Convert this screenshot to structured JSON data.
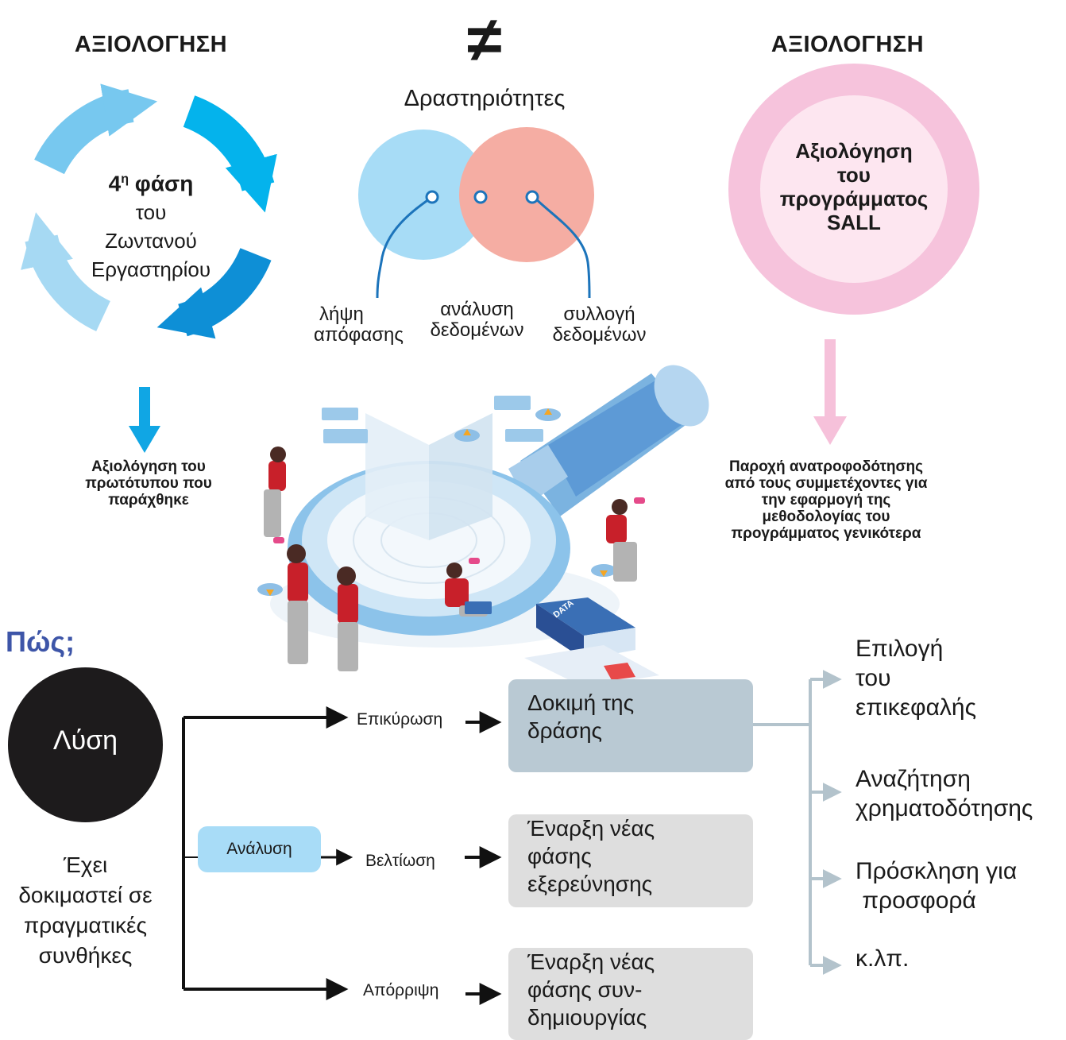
{
  "header": {
    "left_title": "ΑΞΙΟΛΟΓΗΣΗ",
    "right_title": "ΑΞΙΟΛΟΓΗΣΗ",
    "not_equal": "≠",
    "activities": "Δραστηριότητες"
  },
  "cycle": {
    "phase_num": "4",
    "phase_sup": "η",
    "phase_word": " φάση",
    "line1": "του",
    "line2": "Ζωντανού",
    "line3": "Εργαστηρίου",
    "note": [
      "Αξιολόγηση του",
      "πρωτότυπου που",
      "παράχθηκε"
    ]
  },
  "venn": {
    "decision": [
      "λήψη",
      "απόφασης"
    ],
    "analysis": [
      "ανάλυση",
      "δεδομένων"
    ],
    "collection": [
      "συλλογή",
      "δεδομένων"
    ]
  },
  "sall": {
    "lines": [
      "Αξιολόγηση",
      "του",
      "προγράμματος",
      "SALL"
    ],
    "note": [
      "Παροχή ανατροφοδότησης",
      "από τους συμμετέχοντες για",
      "την εφαρμογή της",
      "μεθοδολογίας του",
      "προγράμματος γενικότερα"
    ]
  },
  "illustration": {
    "data_label": "DATA"
  },
  "how": "Πώς;",
  "solution": {
    "label": "Λύση",
    "desc": [
      "Έχει",
      "δοκιμαστεί σε",
      "πραγματικές",
      "συνθήκες"
    ]
  },
  "analysis_box": "Ανάλυση",
  "branches": {
    "validation": "Επικύρωση",
    "improvement": "Βελτίωση",
    "rejection": "Απόρριψη"
  },
  "boxes": {
    "test": [
      "Δοκιμή της",
      "δράσης"
    ],
    "exploration": [
      "Έναρξη νέας",
      "φάσης",
      "εξερεύνησης"
    ],
    "cocreation": [
      "Έναρξη νέας",
      "φάσης συν-",
      "δημιουργίας"
    ]
  },
  "options": {
    "leader": [
      "Επιλογή",
      "του",
      "επικεφαλής"
    ],
    "funding": [
      "Αναζήτηση",
      "χρηματοδότησης"
    ],
    "offer": [
      "Πρόσκληση για",
      " προσφορά"
    ],
    "etc": "κ.λπ."
  },
  "colors": {
    "cycle_dark": "#0aa5e6",
    "cycle_light": "#8fd3f5",
    "venn_blue": "#a7dcf6",
    "venn_salmon": "#f5ada3",
    "sall_outer": "#f6c3dc",
    "sall_inner": "#fde6f0",
    "how": "#3d55a8",
    "analysis": "#a8dcf7",
    "box_test": "#b9c9d3",
    "box_other": "#dedede",
    "connector_grey": "#b3c3cc"
  }
}
